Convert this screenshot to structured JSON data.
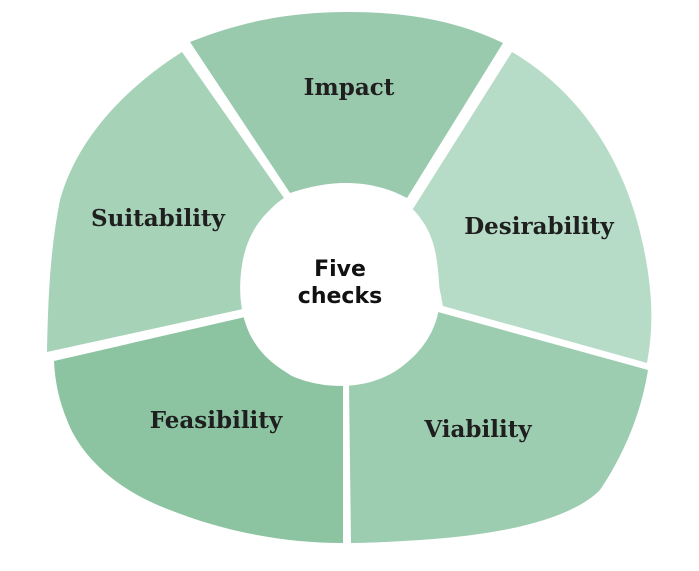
{
  "diagram": {
    "center": {
      "line1": "Five",
      "line2": "checks"
    },
    "segments": [
      {
        "label": "Impact",
        "color": "#99caae"
      },
      {
        "label": "Desirability",
        "color": "#b6dcc7"
      },
      {
        "label": "Viability",
        "color": "#9dcdb0"
      },
      {
        "label": "Feasibility",
        "color": "#8cc4a2"
      },
      {
        "label": "Suitability",
        "color": "#a6d2b8"
      }
    ]
  }
}
